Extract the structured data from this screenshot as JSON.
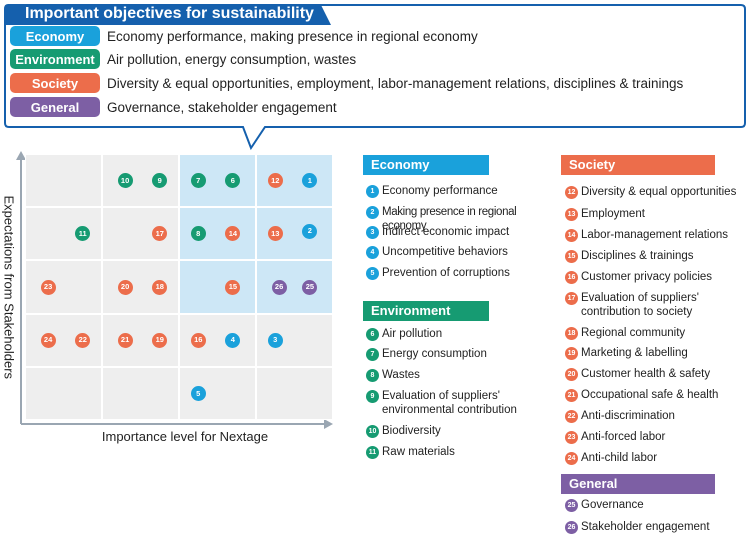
{
  "colors": {
    "economy": "#1aa1db",
    "environment": "#169b72",
    "society": "#ec6d4b",
    "general": "#7d5fa4",
    "title_bar": "#1560ad",
    "cell_gray": "#eeeeee",
    "cell_blue": "#cde7f6"
  },
  "objectives": {
    "title": "Important objectives for sustainability",
    "rows": [
      {
        "label": "Economy",
        "text": "Economy performance, making presence in regional economy"
      },
      {
        "label": "Environment",
        "text": "Air pollution, energy consumption, wastes"
      },
      {
        "label": "Society",
        "text": "Diversity & equal opportunities, employment, labor-management relations, disciplines & trainings"
      },
      {
        "label": "General",
        "text": "Governance, stakeholder engagement"
      }
    ]
  },
  "matrix": {
    "y_axis_label": "Expectations from Stakeholders",
    "x_axis_label": "Importance level for Nextage",
    "columns": 4,
    "rows": 5,
    "highlight_cells": [
      [
        0,
        2
      ],
      [
        0,
        3
      ],
      [
        1,
        2
      ],
      [
        1,
        3
      ],
      [
        2,
        2
      ],
      [
        2,
        3
      ]
    ],
    "points": [
      {
        "n": "10",
        "cat": "environment",
        "col": 1.3,
        "row": 0.5
      },
      {
        "n": "9",
        "cat": "environment",
        "col": 1.75,
        "row": 0.5
      },
      {
        "n": "7",
        "cat": "environment",
        "col": 2.25,
        "row": 0.5
      },
      {
        "n": "6",
        "cat": "environment",
        "col": 2.7,
        "row": 0.5
      },
      {
        "n": "12",
        "cat": "society",
        "col": 3.25,
        "row": 0.5
      },
      {
        "n": "1",
        "cat": "economy",
        "col": 3.7,
        "row": 0.5
      },
      {
        "n": "11",
        "cat": "environment",
        "col": 0.75,
        "row": 1.5
      },
      {
        "n": "17",
        "cat": "society",
        "col": 1.75,
        "row": 1.5
      },
      {
        "n": "8",
        "cat": "environment",
        "col": 2.25,
        "row": 1.5
      },
      {
        "n": "14",
        "cat": "society",
        "col": 2.7,
        "row": 1.5
      },
      {
        "n": "13",
        "cat": "society",
        "col": 3.25,
        "row": 1.5
      },
      {
        "n": "2",
        "cat": "economy",
        "col": 3.7,
        "row": 1.45
      },
      {
        "n": "23",
        "cat": "society",
        "col": 0.3,
        "row": 2.5
      },
      {
        "n": "20",
        "cat": "society",
        "col": 1.3,
        "row": 2.5
      },
      {
        "n": "18",
        "cat": "society",
        "col": 1.75,
        "row": 2.5
      },
      {
        "n": "15",
        "cat": "society",
        "col": 2.7,
        "row": 2.5
      },
      {
        "n": "26",
        "cat": "general",
        "col": 3.3,
        "row": 2.5
      },
      {
        "n": "25",
        "cat": "general",
        "col": 3.7,
        "row": 2.5
      },
      {
        "n": "24",
        "cat": "society",
        "col": 0.3,
        "row": 3.5
      },
      {
        "n": "22",
        "cat": "society",
        "col": 0.75,
        "row": 3.5
      },
      {
        "n": "21",
        "cat": "society",
        "col": 1.3,
        "row": 3.5
      },
      {
        "n": "19",
        "cat": "society",
        "col": 1.75,
        "row": 3.5
      },
      {
        "n": "16",
        "cat": "society",
        "col": 2.25,
        "row": 3.5
      },
      {
        "n": "4",
        "cat": "economy",
        "col": 2.7,
        "row": 3.5
      },
      {
        "n": "3",
        "cat": "economy",
        "col": 3.25,
        "row": 3.5
      },
      {
        "n": "5",
        "cat": "economy",
        "col": 2.25,
        "row": 4.5
      }
    ]
  },
  "legend": {
    "economy": {
      "title": "Economy",
      "items": [
        {
          "n": "1",
          "text": "Economy performance"
        },
        {
          "n": "2",
          "text": "Making presence in regional economy"
        },
        {
          "n": "3",
          "text": "Indirect economic impact"
        },
        {
          "n": "4",
          "text": "Uncompetitive behaviors"
        },
        {
          "n": "5",
          "text": "Prevention of corruptions"
        }
      ]
    },
    "environment": {
      "title": "Environment",
      "items": [
        {
          "n": "6",
          "text": "Air pollution"
        },
        {
          "n": "7",
          "text": "Energy consumption"
        },
        {
          "n": "8",
          "text": "Wastes"
        },
        {
          "n": "9",
          "text": "Evaluation of suppliers' environmental contribution"
        },
        {
          "n": "10",
          "text": "Biodiversity"
        },
        {
          "n": "11",
          "text": "Raw materials"
        }
      ]
    },
    "society": {
      "title": "Society",
      "items": [
        {
          "n": "12",
          "text": "Diversity & equal opportunities"
        },
        {
          "n": "13",
          "text": "Employment"
        },
        {
          "n": "14",
          "text": "Labor-management relations"
        },
        {
          "n": "15",
          "text": "Disciplines & trainings"
        },
        {
          "n": "16",
          "text": "Customer privacy policies"
        },
        {
          "n": "17",
          "text": "Evaluation of suppliers' contribution to society"
        },
        {
          "n": "18",
          "text": "Regional community"
        },
        {
          "n": "19",
          "text": "Marketing & labelling"
        },
        {
          "n": "20",
          "text": "Customer health & safety"
        },
        {
          "n": "21",
          "text": "Occupational safe & health"
        },
        {
          "n": "22",
          "text": "Anti-discrimination"
        },
        {
          "n": "23",
          "text": "Anti-forced labor"
        },
        {
          "n": "24",
          "text": "Anti-child labor"
        }
      ]
    },
    "general": {
      "title": "General",
      "items": [
        {
          "n": "25",
          "text": "Governance"
        },
        {
          "n": "26",
          "text": "Stakeholder engagement"
        }
      ]
    }
  }
}
